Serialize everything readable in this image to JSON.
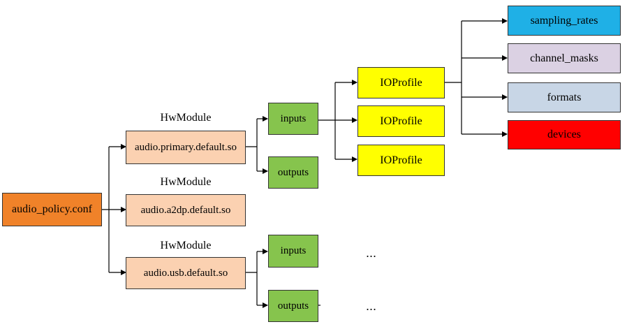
{
  "colors": {
    "root": "#f08229",
    "module": "#fbd1b1",
    "io": "#86c44d",
    "profile": "#ffff00",
    "sampling_rates": "#1fb0e6",
    "channel_masks": "#dbd1e3",
    "formats": "#c8d6e6",
    "devices": "#ff0000",
    "line": "#000000"
  },
  "root": {
    "label": "audio_policy.conf"
  },
  "modules": [
    {
      "caption": "HwModule",
      "label": "audio.primary.default.so"
    },
    {
      "caption": "HwModule",
      "label": "audio.a2dp.default.so"
    },
    {
      "caption": "HwModule",
      "label": "audio.usb.default.so"
    }
  ],
  "primary_io": {
    "inputs": "inputs",
    "outputs": "outputs"
  },
  "usb_io": {
    "inputs": "inputs",
    "outputs": "outputs"
  },
  "profiles": [
    "IOProfile",
    "IOProfile",
    "IOProfile"
  ],
  "attributes": {
    "sampling_rates": "sampling_rates",
    "channel_masks": "channel_masks",
    "formats": "formats",
    "devices": "devices"
  },
  "ellipses": [
    "...",
    "..."
  ]
}
